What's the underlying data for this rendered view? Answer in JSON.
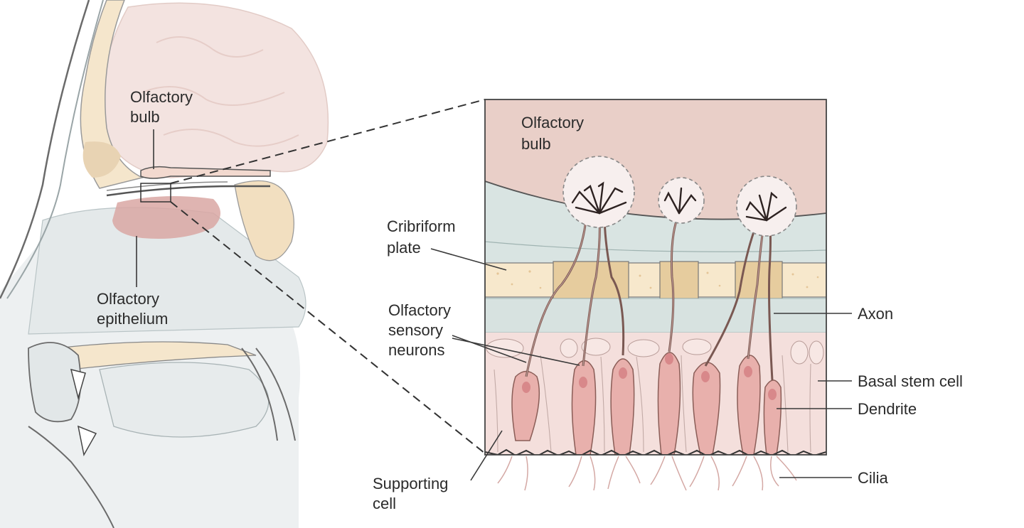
{
  "overview": {
    "bulb_label": [
      "Olfactory",
      "bulb"
    ],
    "epithelium_label": [
      "Olfactory",
      "epithelium"
    ]
  },
  "detail": {
    "bulb_label": [
      "Olfactory",
      "bulb"
    ],
    "cribriform_label": [
      "Cribriform",
      "plate"
    ],
    "neurons_label": [
      "Olfactory",
      "sensory",
      "neurons"
    ],
    "supporting_label": [
      "Supporting",
      "cell"
    ],
    "axon_label": "Axon",
    "basal_label": "Basal stem cell",
    "dendrite_label": "Dendrite",
    "cilia_label": "Cilia"
  },
  "colors": {
    "bulb": "#e9cfc8",
    "bone": "#f7e8cc",
    "bone_dense": "#e6cc9e",
    "mucosa": "#d7e2e0",
    "epithelium": "#f4dfdc",
    "neuron": "#e8b0ac",
    "axon": "#7a5852",
    "skin": "#eceff0"
  }
}
